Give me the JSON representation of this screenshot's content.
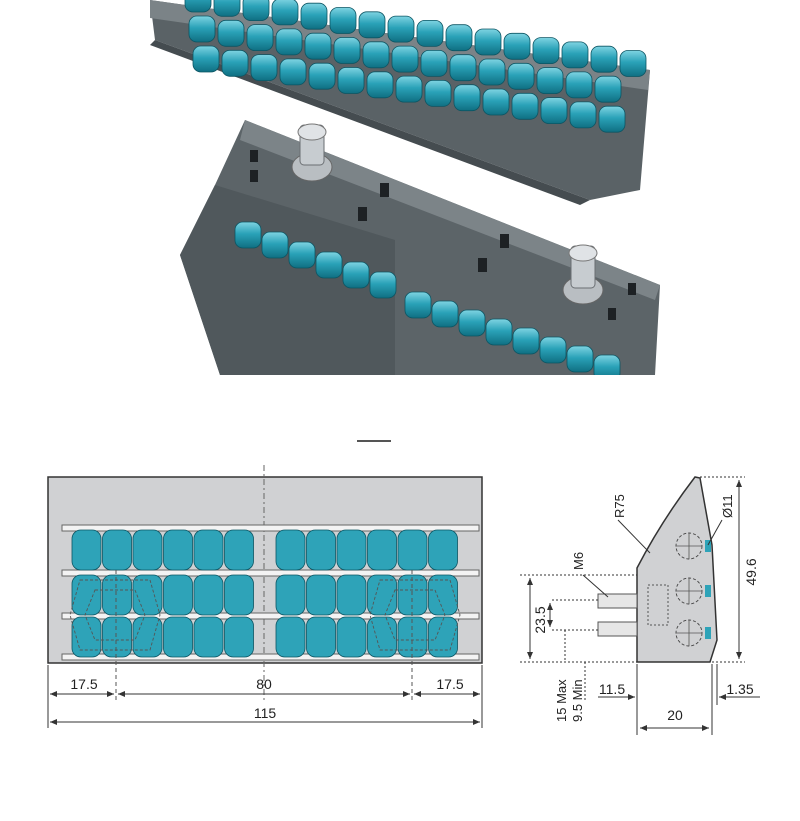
{
  "dimensions": {
    "front": {
      "left_offset": "17.5",
      "center_span": "80",
      "right_offset": "17.5",
      "overall_length": "115"
    },
    "side": {
      "radius": "R75",
      "hole_diameter": "Ø11",
      "height": "49.6",
      "thread": "M6",
      "bolt_spacing": "23.5",
      "min_clearance": "9.5 Min",
      "max_clearance": "15 Max",
      "bolt_offset": "11.5",
      "width": "20",
      "edge": "1.35"
    }
  },
  "colors": {
    "roller": "#2ea3b8",
    "body_photo": "#5d6569",
    "body_drawing": "#cfd0d2"
  }
}
